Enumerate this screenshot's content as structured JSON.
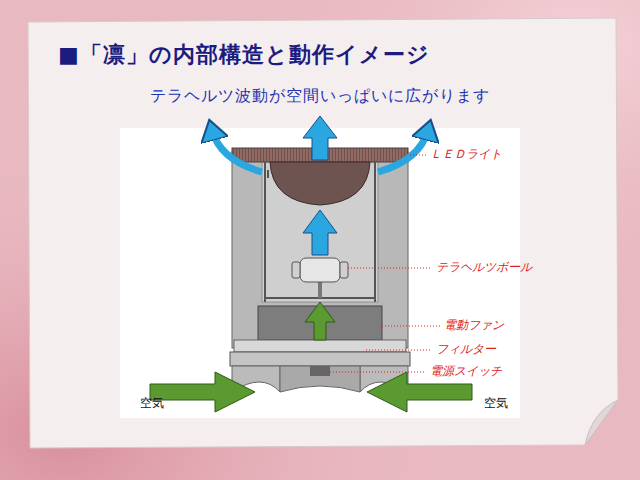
{
  "diagram": {
    "title": "■「凛」の内部構造と動作イメージ",
    "labels": [
      "テラヘルツ波動が空間いっぱいに広がります",
      "ＬＥＤライト",
      "テラヘルツボール",
      "電動ファン",
      "フィルター",
      "電源スイッチ",
      "空気",
      "空気"
    ]
  }
}
